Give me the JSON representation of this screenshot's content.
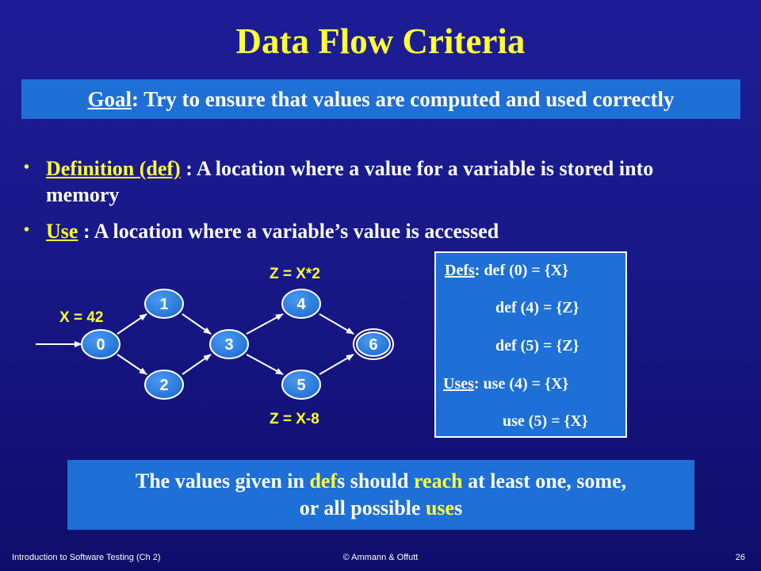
{
  "slide": {
    "title": "Data Flow Criteria",
    "goal": {
      "label": "Goal",
      "text": ": Try to ensure that values are computed and used correctly"
    },
    "bullets": [
      {
        "term": "Definition (def)",
        "text": " : A location where a value for a variable is stored into memory"
      },
      {
        "term": "Use",
        "text": " : A location where a variable’s value is accessed"
      }
    ],
    "graph": {
      "nodes": [
        "0",
        "1",
        "2",
        "3",
        "4",
        "5",
        "6"
      ],
      "annotations": {
        "node0": "X = 42",
        "node4": "Z = X*2",
        "node5": "Z = X-8"
      }
    },
    "defs_box": {
      "defs_label": "Defs",
      "defs": [
        "def (0) = {X}",
        "def (4) = {Z}",
        "def (5) = {Z}"
      ],
      "uses_label": "Uses",
      "uses": [
        "use (4) = {X}",
        "use (5) = {X}"
      ]
    },
    "reach": {
      "p1": "The values given in ",
      "h1": "def",
      "p2": "s should ",
      "h2": "reach",
      "p3": " at least one, some,",
      "p4": "or all possible ",
      "h3": "use",
      "p5": "s"
    },
    "footer": {
      "left": "Introduction to Software Testing  (Ch 2)",
      "center": "© Ammann & Offutt",
      "right": "26"
    },
    "colors": {
      "background": "#1a1a90",
      "title": "#ffff33",
      "box": "#1e6fd6",
      "node": "#2a7de1"
    }
  }
}
